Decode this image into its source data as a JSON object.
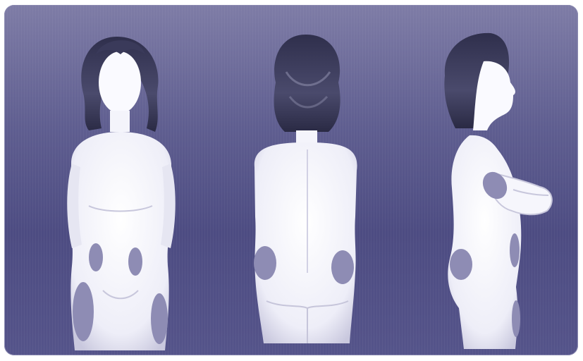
{
  "scene": {
    "figures": [
      {
        "view": "front",
        "marker_color": "#8e8cb4"
      },
      {
        "view": "back",
        "marker_color": "#8e8cb4"
      },
      {
        "view": "side",
        "marker_color": "#8e8cb4"
      }
    ],
    "colors": {
      "background": "#5a5a8c",
      "body": "#f4f4fb",
      "hair": "#3a3a58",
      "injection_site": "#8e8cb4"
    }
  }
}
